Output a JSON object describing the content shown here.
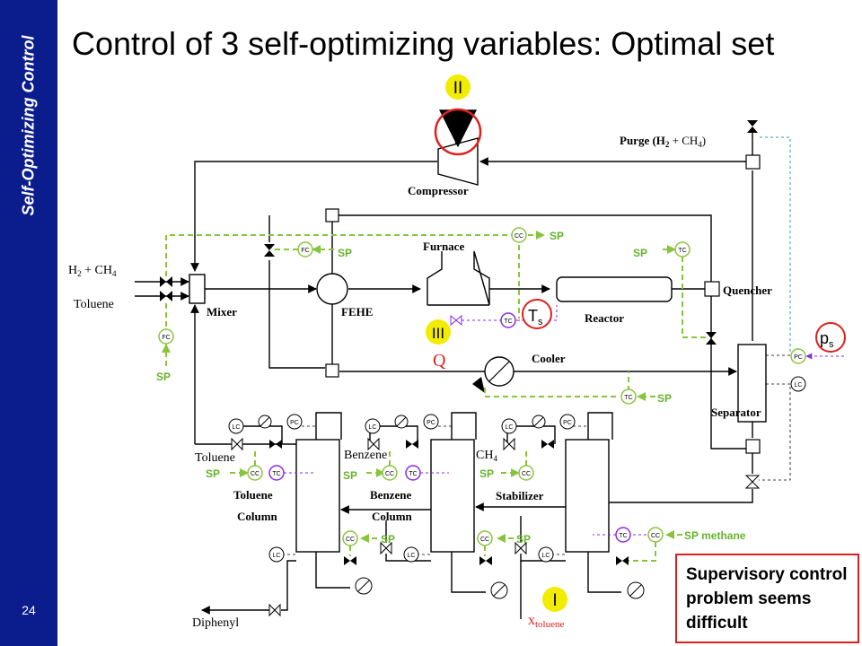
{
  "sidebar": {
    "title": "Self-Optimizing Control",
    "slide_number": "24"
  },
  "title": "Control of 3 self-optimizing variables: Optimal set",
  "labels": {
    "compressor": "Compressor",
    "purge": "Purge (H",
    "purge_sub1": "2",
    "purge_mid": " + CH",
    "purge_sub2": "4",
    "purge_end": ")",
    "feed_h2": "H",
    "feed_h2_sub": "2",
    "feed_h2_mid": " + CH",
    "feed_h2_sub2": "4",
    "feed_toluene": "Toluene",
    "mixer": "Mixer",
    "fehe": "FEHE",
    "furnace": "Furnace",
    "reactor": "Reactor",
    "quencher": "Quencher",
    "cooler": "Cooler",
    "separator": "Separator",
    "toluene_out": "Toluene",
    "benzene_out": "Benzene",
    "ch4_out": "CH",
    "ch4_out_sub": "4",
    "toluene_column_1": "Toluene",
    "toluene_column_2": "Column",
    "benzene_column_1": "Benzene",
    "benzene_column_2": "Column",
    "stabilizer": "Stabilizer",
    "diphenyl": "Diphenyl"
  },
  "setpoints": {
    "sp": "SP",
    "sp_methane": "SP methane"
  },
  "controller_tags": {
    "fc": "FC",
    "cc": "CC",
    "tc": "TC",
    "lc": "LC",
    "pc": "PC"
  },
  "markers": {
    "m1": "I",
    "m2": "II",
    "m3": "III",
    "q": "Q",
    "ts": "T",
    "ts_sub": "s",
    "ps": "p",
    "ps_sub": "s",
    "x_toluene": "x",
    "x_toluene_sub": "toluene"
  },
  "note": "Supervisory control problem seems difficult",
  "colors": {
    "sidebar": "#0b1d8c",
    "controller_green": "#8ac43f",
    "marker_yellow": "#f2ec00",
    "marker_red": "#e02020"
  }
}
